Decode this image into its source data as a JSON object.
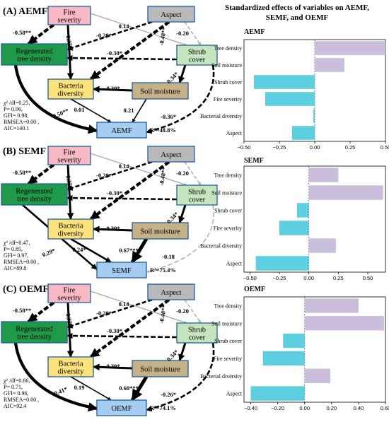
{
  "main_title_lines": [
    "Standardized effects of variables on AEMF,",
    "SEMF,  and OEMF"
  ],
  "node_labels": {
    "fire": [
      "Fire",
      "severity"
    ],
    "aspect": [
      "Aspect"
    ],
    "regen": [
      "Regenerated",
      "tree density"
    ],
    "shrub": [
      "Shrub",
      "cover"
    ],
    "bact": [
      "Bacteria",
      "diversity"
    ],
    "soil": [
      "Soil moisture"
    ]
  },
  "panels": [
    {
      "label": "(A) AEMF",
      "response": "AEMF",
      "r2": "R²=48.8%",
      "stats": [
        "χ² /df=0.25,",
        "P= 0.96,",
        "GFI= 0.98,",
        "RMSEA=0.00 ,",
        "AIC=140.1"
      ],
      "coefs": {
        "fire_regen": "-0.58**",
        "fire_bact": "0.37*",
        "fire_shrub": "0.14",
        "aspect_regen": "-0.28*",
        "aspect_bact": "-0.48**",
        "aspect_shrub": "-0.20",
        "shrub_regen": "-0.30*",
        "shrub_soil": "0.34*",
        "soil_bact": "0.39*",
        "bact_resp": "0.01",
        "soil_resp": "0.21",
        "shrub_resp": "-0.36*",
        "regen_resp": "0.50**"
      }
    },
    {
      "label": "(B) SEMF",
      "response": "SEMF",
      "r2": "R²=75.4%",
      "stats": [
        "χ² /df=0.47,",
        "P= 0.85,",
        "GFI= 0.97,",
        "RMSEA=0.00 ,",
        "AIC=89.8"
      ],
      "coefs": {
        "fire_regen": "-0.58**",
        "fire_bact": "0.37*",
        "fire_shrub": "0.14",
        "aspect_regen": "-0.28*",
        "aspect_bact": "-0.48**",
        "aspect_shrub": "-0.20",
        "shrub_regen": "-0.30*",
        "shrub_soil": "0.34*",
        "soil_bact": "0.39*",
        "bact_resp": "0.24*",
        "soil_resp": "0.67***",
        "shrub_resp": "-0.18",
        "regen_resp": "0.29*"
      }
    },
    {
      "label": "(C) OEMF",
      "response": "OEMF",
      "r2": "R²=74.1%",
      "stats": [
        "χ² /df=0.66,",
        "P= 0.71,",
        "GFI= 0.96,",
        "RMSEA=0.00 ,",
        "AIC=92.4"
      ],
      "coefs": {
        "fire_regen": "-0.58**",
        "fire_bact": "0.37*",
        "fire_shrub": "0.14",
        "aspect_regen": "-0.28*",
        "aspect_bact": "-0.48**",
        "aspect_shrub": "-0.20",
        "shrub_regen": "-0.30*",
        "shrub_soil": "0.34*",
        "soil_bact": "0.39*",
        "bact_resp": "0.19",
        "soil_resp": "0.60***",
        "shrub_resp": "-0.26*",
        "regen_resp": "0.41*"
      }
    }
  ],
  "chart_data": [
    {
      "type": "bar",
      "title": "AEMF",
      "categories": [
        "Tree density",
        "Soil moisture",
        "Shrub cover",
        "Fire severity",
        "Bacterial diversity",
        "Aspect"
      ],
      "values": [
        0.5,
        0.21,
        -0.43,
        -0.35,
        -0.01,
        -0.16
      ],
      "xlim": [
        -0.5,
        0.5
      ],
      "xticks": [
        -0.5,
        -0.25,
        0,
        0.25,
        0.5
      ],
      "tick_labels": [
        "−0.50",
        "−0.25",
        "0.00",
        "0.25",
        "0.50"
      ]
    },
    {
      "type": "bar",
      "title": "SEMF",
      "categories": [
        "Tree density",
        "Soil moisture",
        "Shrub cover",
        "Fire severity",
        "Bacterial diversity",
        "Aspect"
      ],
      "values": [
        0.25,
        0.63,
        -0.1,
        -0.25,
        0.23,
        -0.45
      ],
      "xlim": [
        -0.55,
        0.65
      ],
      "xticks": [
        -0.5,
        -0.25,
        0,
        0.25,
        0.5
      ],
      "tick_labels": [
        "−0.50",
        "−0.25",
        "0.00",
        "0.25",
        "0.50"
      ]
    },
    {
      "type": "bar",
      "title": "OEMF",
      "categories": [
        "Tree density",
        "Soil moisture",
        "Shrub cover",
        "Fire severity",
        "Bacterial diversity",
        "Aspect"
      ],
      "values": [
        0.4,
        0.59,
        -0.16,
        -0.31,
        0.19,
        -0.4
      ],
      "xlim": [
        -0.45,
        0.6
      ],
      "xticks": [
        -0.4,
        -0.2,
        0,
        0.2,
        0.4,
        0.6
      ],
      "tick_labels": [
        "−0.40",
        "−0.20",
        "0.00",
        "0.20",
        "0.40",
        "0.60"
      ]
    }
  ],
  "colors": {
    "fire": "#f9b9c4",
    "aspect": "#b9b9b9",
    "regen": "#1f9a48",
    "shrub": "#c4e5bd",
    "bact": "#fbe27a",
    "soil": "#c6b088",
    "response": "#a5cdf2",
    "node_border": "#1f5e9e",
    "positive_bar": "#cbbedc",
    "negative_bar": "#5ecfe0",
    "gray_arrow": "#aaaaaa"
  }
}
